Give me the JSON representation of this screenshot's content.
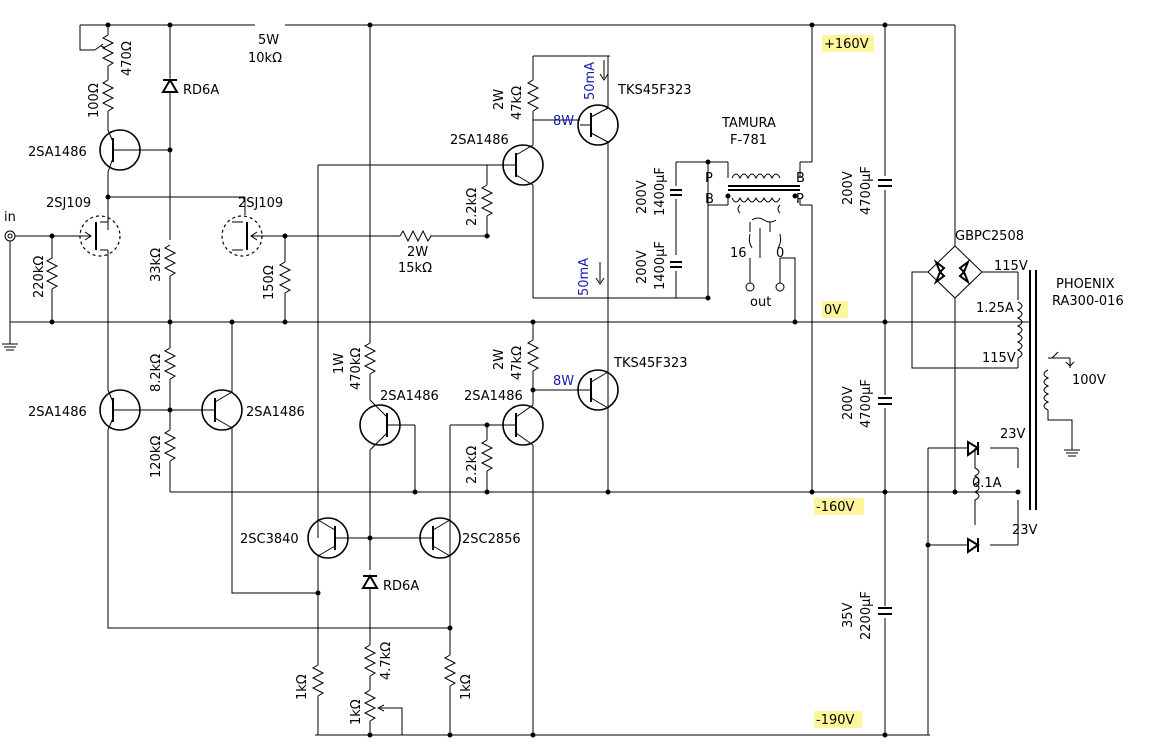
{
  "input_label": "in",
  "rails": {
    "p160": "+160V",
    "zero": "0V",
    "m160": "-160V",
    "m190": "-190V",
    "highlight_color": "#fff59a"
  },
  "resistors": {
    "r_top_5w": "5W",
    "r_top_10k": "10kΩ",
    "r_470": "470Ω",
    "r_100": "100Ω",
    "r_220k": "220kΩ",
    "r_33k": "33kΩ",
    "r_150": "150Ω",
    "r_2w_a": "2W",
    "r_15k": "15kΩ",
    "r_22k_a": "2.2kΩ",
    "r_2w_b": "2W",
    "r_47k_a": "47kΩ",
    "r_82k": "8.2kΩ",
    "r_120k": "120kΩ",
    "r_1w": "1W",
    "r_470k": "470kΩ",
    "r_2w_c": "2W",
    "r_47k_b": "47kΩ",
    "r_22k_b": "2.2kΩ",
    "r_47k_c": "4.7kΩ",
    "r_1k_a": "1kΩ",
    "r_1k_b": "1kΩ",
    "r_1k_c": "1kΩ"
  },
  "semis": {
    "rd6a_top": "RD6A",
    "rd6a_bot": "RD6A",
    "q_2sa1486_1": "2SA1486",
    "q_2sj109_l": "2SJ109",
    "q_2sj109_r": "2SJ109",
    "q_2sa1486_2": "2SA1486",
    "q_2sa1486_3": "2SA1486",
    "q_2sa1486_4": "2SA1486",
    "q_2sa1486_5": "2SA1486",
    "q_2sa1486_6": "2SA1486",
    "q_2sc3840": "2SC3840",
    "q_2sc2856": "2SC2856",
    "q_tks_top": "TKS45F323",
    "q_tks_bot": "TKS45F323",
    "w8_top": "8W",
    "w8_bot": "8W",
    "ma50_top": "50mA",
    "ma50_bot": "50mA"
  },
  "caps": {
    "c1_v": "200V",
    "c1_c": "1400μF",
    "c2_v": "200V",
    "c2_c": "1400μF",
    "c3_v": "200V",
    "c3_c": "4700μF",
    "c4_v": "200V",
    "c4_c": "4700μF",
    "c5_v": "35V",
    "c5_c": "2200μF"
  },
  "output_transformer": {
    "maker": "TAMURA",
    "model": "F-781",
    "p1": "P",
    "b1": "B",
    "b2": "B",
    "p2": "P",
    "tap16": "16",
    "tap0": "0",
    "out": "out"
  },
  "power": {
    "bridge": "GBPC2508",
    "v115a": "115V",
    "i125": "1.25A",
    "v115b": "115V",
    "maker": "PHOENIX",
    "model": "RA300-016",
    "v100": "100V",
    "v23a": "23V",
    "i01": "0.1A",
    "v23b": "23V"
  }
}
